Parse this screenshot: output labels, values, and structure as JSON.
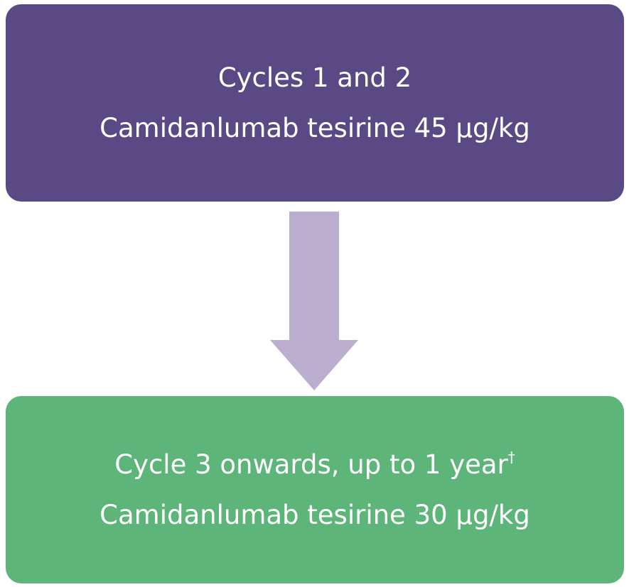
{
  "diagram": {
    "top_box": {
      "line1": "Cycles 1 and 2",
      "line2": "Camidanlumab tesirine 45 µg/kg",
      "color": "#594a85"
    },
    "arrow": {
      "color": "#bcaecf"
    },
    "bottom_box": {
      "line1": "Cycle 3 onwards, up to 1 year",
      "line1_mark": "†",
      "line2": "Camidanlumab tesirine 30 µg/kg",
      "color": "#5db579"
    }
  }
}
